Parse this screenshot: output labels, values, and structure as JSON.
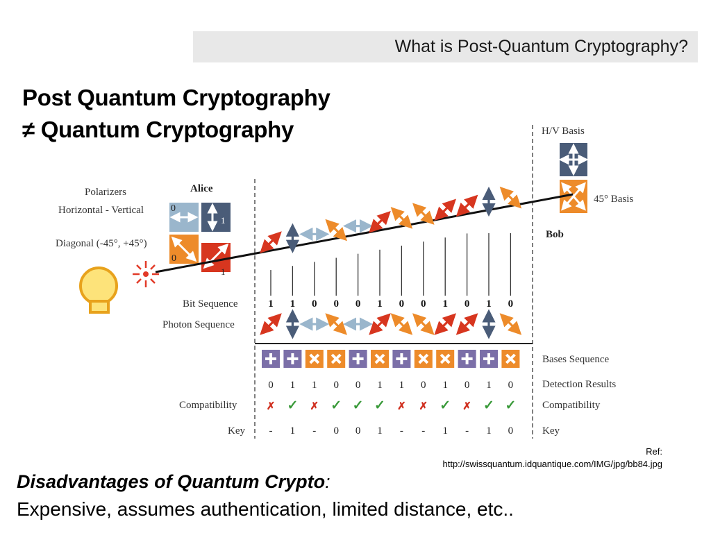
{
  "header": {
    "title": "What is Post-Quantum Cryptography?"
  },
  "heading": {
    "line1": "Post Quantum Cryptography",
    "ne_symbol": "≠",
    "line2": "Quantum Cryptography"
  },
  "figure": {
    "labels": {
      "polarizers": "Polarizers",
      "horizontal_vertical": "Horizontal - Vertical",
      "diagonal": "Diagonal (-45°, +45°)",
      "alice": "Alice",
      "bob": "Bob",
      "hv_basis": "H/V Basis",
      "basis_45": "45° Basis",
      "bit_sequence": "Bit Sequence",
      "photon_sequence": "Photon Sequence",
      "bases_sequence": "Bases Sequence",
      "detection_results": "Detection Results",
      "compatibility_left": "Compatibility",
      "compatibility_right": "Compatibility",
      "key_left": "Key",
      "key_right": "Key",
      "pol_0_top": "0",
      "pol_1_top": "1",
      "pol_0_bottom": "0",
      "pol_1_bottom": "1"
    },
    "bits": [
      "1",
      "1",
      "0",
      "0",
      "0",
      "1",
      "0",
      "0",
      "1",
      "0",
      "1",
      "0"
    ],
    "photons": [
      "diag-red",
      "vert",
      "horiz",
      "diag-orange",
      "horiz",
      "diag-red",
      "diag-orange",
      "diag-orange",
      "diag-red",
      "diag-red",
      "vert",
      "diag-orange"
    ],
    "bases": [
      "plus",
      "plus",
      "x",
      "x",
      "plus",
      "x",
      "plus",
      "x",
      "x",
      "plus",
      "plus",
      "x"
    ],
    "detection": [
      "0",
      "1",
      "1",
      "0",
      "0",
      "1",
      "1",
      "0",
      "1",
      "0",
      "1",
      "0"
    ],
    "compatibility": [
      "✗",
      "✓",
      "✗",
      "✓",
      "✓",
      "✓",
      "✗",
      "✗",
      "✓",
      "✗",
      "✓",
      "✓"
    ],
    "key": [
      "-",
      "1",
      "-",
      "0",
      "0",
      "1",
      "-",
      "-",
      "1",
      "-",
      "1",
      "0"
    ],
    "colors": {
      "red": "#d7361f",
      "orange": "#ed8b2a",
      "steel": "#4a5c78",
      "lightblue": "#9ab6cc",
      "purple": "#7b6fa8",
      "green": "#3a9a3a",
      "crossred": "#d03020"
    }
  },
  "reference": {
    "label": "Ref:",
    "url": "http://swissquantum.idquantique.com/IMG/jpg/bb84.jpg"
  },
  "disadvantages": {
    "title": "Disadvantages of Quantum Crypto",
    "colon": ":",
    "text": "Expensive, assumes authentication, limited distance, etc.."
  }
}
